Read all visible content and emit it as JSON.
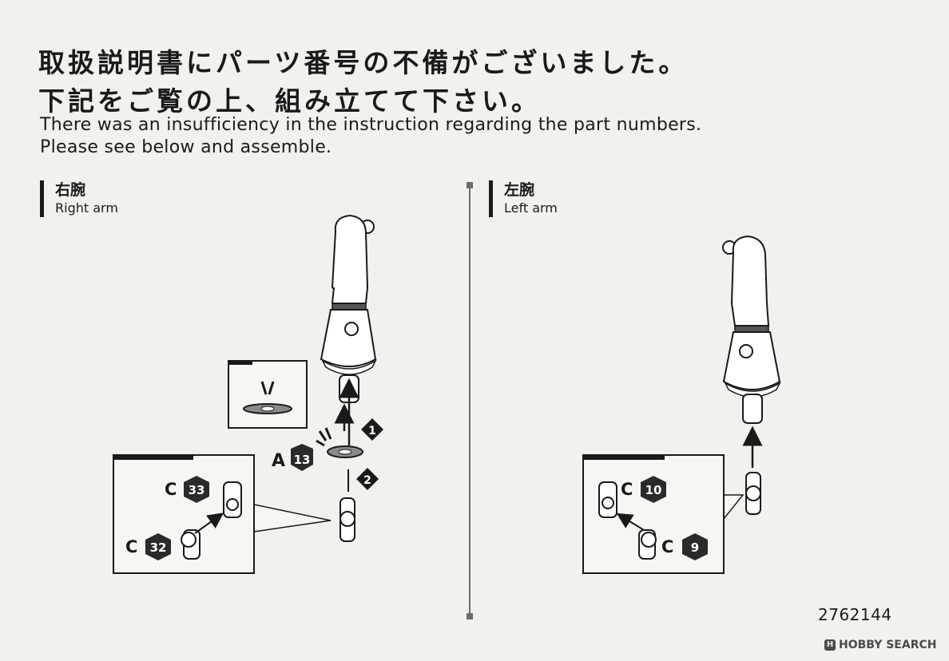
{
  "notice": {
    "jp_line1": "取扱説明書にパーツ番号の不備がございました。",
    "jp_line2": "下記をご覧の上、組み立てて下さい。",
    "en_line1": "There was an insufficiency in the instruction regarding the part numbers.",
    "en_line2": "Please see below and assemble."
  },
  "right_arm": {
    "title_jp": "右腕",
    "title_en": "Right arm",
    "part_a_letter": "A",
    "part_a_number": "13",
    "step1": "1",
    "step2": "2",
    "upper_letter": "C",
    "upper_number": "33",
    "lower_letter": "C",
    "lower_number": "32"
  },
  "left_arm": {
    "title_jp": "左腕",
    "title_en": "Left arm",
    "upper_letter": "C",
    "upper_number": "10",
    "lower_letter": "C",
    "lower_number": "9"
  },
  "footer": {
    "doc_number": "2762144",
    "watermark": "HOBBY SEARCH",
    "watermark_icon": "H"
  },
  "icons": {
    "hexagon_badge": "hexagon-badge-icon",
    "step_diamond": "diamond-step-icon",
    "assembly_arrow": "arrow-up-icon"
  },
  "colors": {
    "ink": "#1a1a1a",
    "paper": "#f3f1ed",
    "part_fill": "#ffffff",
    "ring_gray": "#8a8a8a"
  }
}
